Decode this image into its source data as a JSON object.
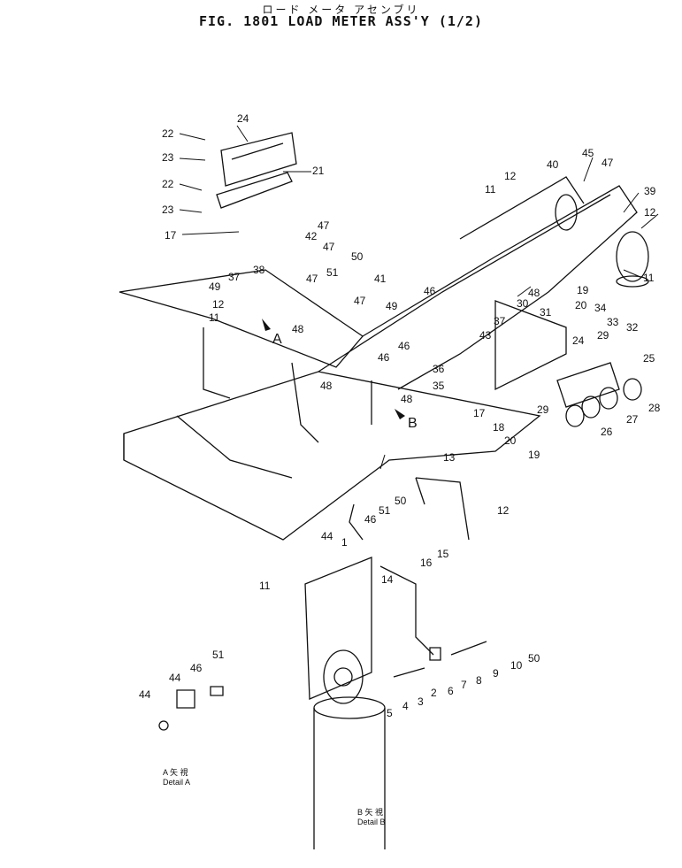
{
  "title": {
    "japanese": "ロード メータ アセンブリ",
    "main": "FIG. 1801  LOAD METER ASS'Y (1/2)"
  },
  "view_letters": [
    "A",
    "B"
  ],
  "details": {
    "a_mark": "A 矢 視",
    "a_label": "Detail A",
    "b_mark": "B 矢 視",
    "b_label": "Detail B"
  },
  "callouts": [
    "24",
    "22",
    "23",
    "21",
    "22",
    "23",
    "17",
    "47",
    "42",
    "47",
    "50",
    "51",
    "38",
    "37",
    "49",
    "12",
    "11",
    "41",
    "49",
    "47",
    "47",
    "48",
    "46",
    "46",
    "48",
    "48",
    "46",
    "12",
    "11",
    "40",
    "45",
    "47",
    "39",
    "12",
    "11",
    "30",
    "31",
    "48",
    "19",
    "20",
    "34",
    "33",
    "32",
    "29",
    "24",
    "37",
    "43",
    "36",
    "35",
    "18",
    "17",
    "25",
    "28",
    "27",
    "29",
    "26",
    "20",
    "19",
    "13",
    "50",
    "51",
    "46",
    "44",
    "12",
    "1",
    "15",
    "16",
    "14",
    "11",
    "2",
    "3",
    "4",
    "5",
    "6",
    "7",
    "8",
    "9",
    "10",
    "50",
    "51",
    "46",
    "44"
  ]
}
